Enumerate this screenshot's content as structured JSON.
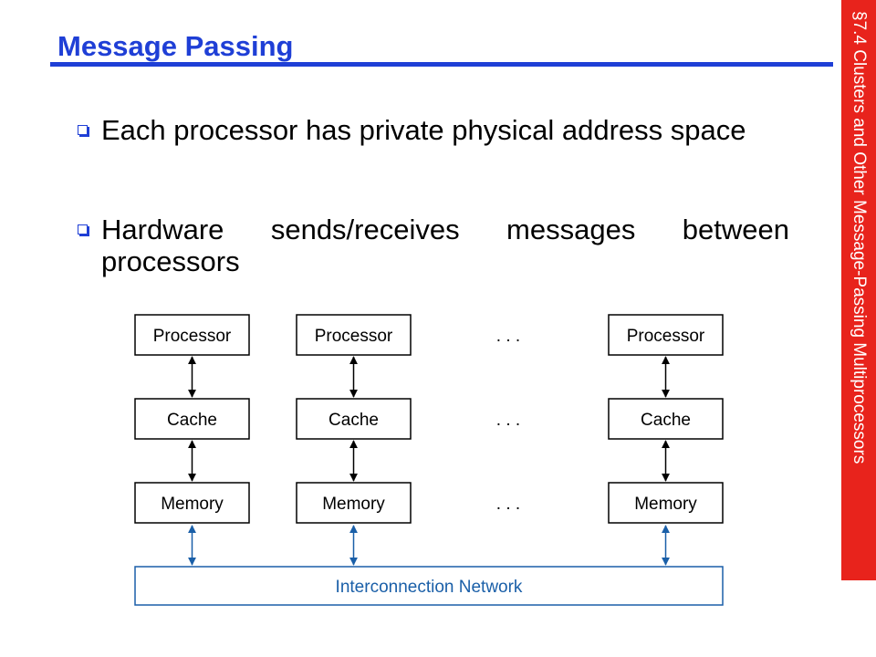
{
  "title": "Message Passing",
  "section": "§7.4 Clusters and Other Message-Passing Multiprocessors",
  "bullets": [
    "Each processor has private physical address space",
    "Hardware sends/receives messages between processors"
  ],
  "diagram": {
    "nodes": [
      {
        "processor": "Processor",
        "cache": "Cache",
        "memory": "Memory"
      },
      {
        "processor": "Processor",
        "cache": "Cache",
        "memory": "Memory"
      },
      {
        "processor": "Processor",
        "cache": "Cache",
        "memory": "Memory"
      }
    ],
    "ellipsis": ". . .",
    "network": "Interconnection Network",
    "colors": {
      "box": "#000000",
      "network": "#1a5fa8",
      "arrow": "#000000",
      "network_arrow": "#1a5fa8"
    }
  }
}
